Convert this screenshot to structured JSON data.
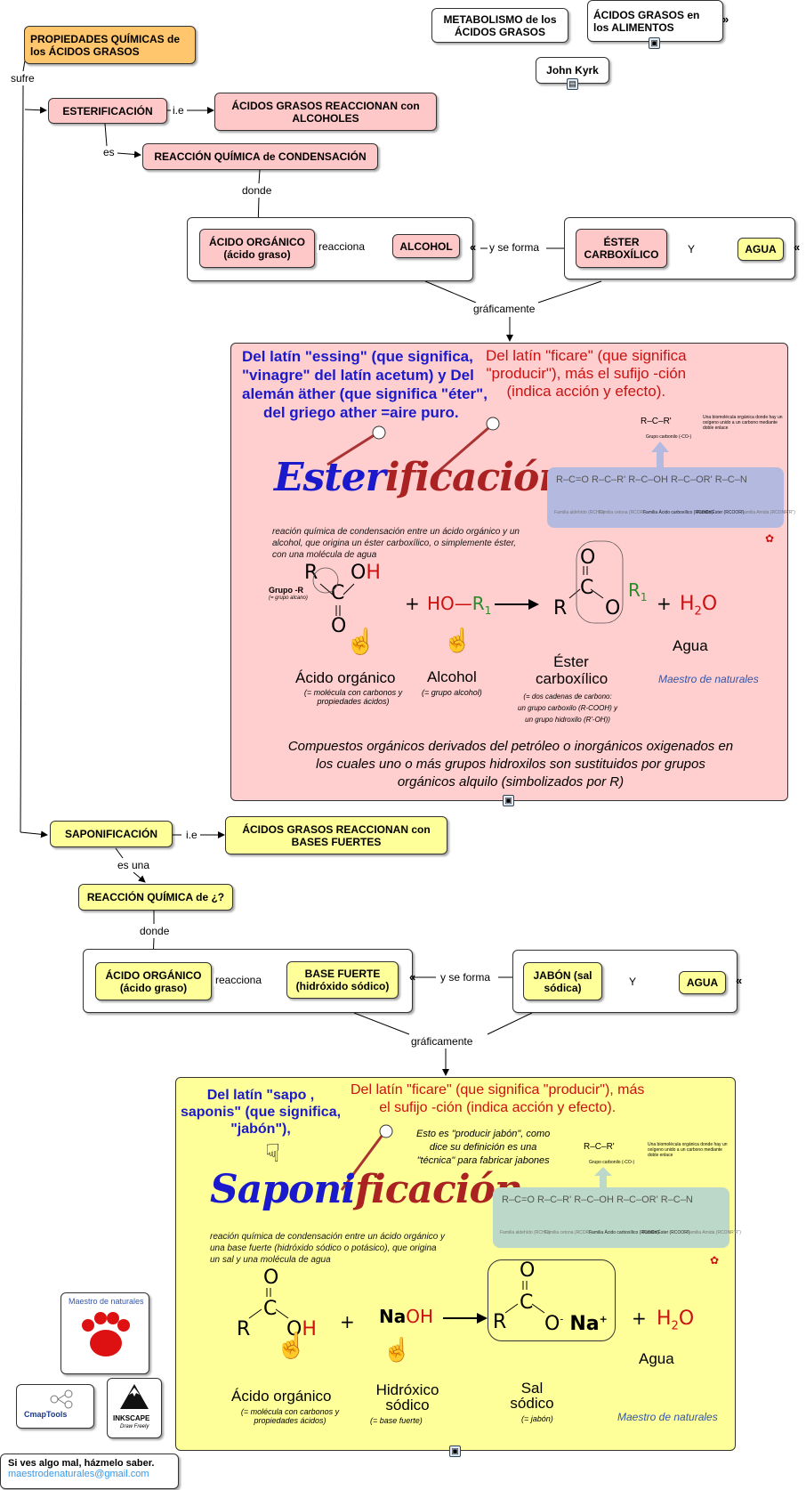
{
  "map": {
    "root": "PROPIEDADES QUÍMICAS de los ÁCIDOS GRASOS",
    "link_metabolism": "METABOLISMO de los ÁCIDOS GRASOS",
    "link_foods": "ÁCIDOS GRASOS en los ALIMENTOS",
    "link_kyrk": "John Kyrk",
    "sufre": "sufre",
    "ie": "i.e",
    "es": "es",
    "es_una": "es una",
    "donde": "donde",
    "reacciona": "reacciona",
    "y_se_forma": "y se forma",
    "y": "Y",
    "graficamente": "gráficamente"
  },
  "esterificacion": {
    "node": "ESTERIFICACIÓN",
    "definition": "ÁCIDOS GRASOS REACCIONAN con ALCOHOLES",
    "reaction_type": "REACCIÓN QUÍMICA de CONDENSACIÓN",
    "acid": "ÁCIDO ORGÁNICO (ácido graso)",
    "alcohol": "ALCOHOL",
    "ester": "ÉSTER CARBOXÍLICO",
    "water": "AGUA"
  },
  "saponificacion": {
    "node": "SAPONIFICACIÓN",
    "definition": "ÁCIDOS GRASOS REACCIONAN con BASES FUERTES",
    "reaction_type": "REACCIÓN QUÍMICA de ¿?",
    "acid": "ÁCIDO ORGÁNICO (ácido graso)",
    "base": "BASE FUERTE (hidróxido sódico)",
    "soap": "JABÓN (sal sódica)",
    "water": "AGUA"
  },
  "panel_ester": {
    "etym_left_1": "Del latín \"essing\" (que significa,",
    "etym_left_2": "\"vinagre\" del latín acetum) y Del",
    "etym_left_3": "alemán äther (que significa \"éter\",",
    "etym_left_4": "del griego ather =aire puro.",
    "etym_right_1": "Del latín \"ficare\" (que significa",
    "etym_right_2": "\"producir\"), más el sufijo -ción",
    "etym_right_3": "(indica acción y efecto).",
    "title_a": "Ester",
    "title_b": "ificación",
    "desc_1": "reación química de condensación entre un ácido orgánico y un",
    "desc_2": "alcohol, que origina un éster carboxílico, o simplemente éster,",
    "desc_3": "con una molécula de agua",
    "grupo_r": "Grupo -R",
    "grupo_r_note": "(= grupo alcano)",
    "acid_label": "Ácido orgánico",
    "acid_note": "(= molécula con carbonos y propiedades ácidos)",
    "alcohol_label": "Alcohol",
    "alcohol_note": "(= grupo alcohol)",
    "ester_label": "Éster carboxílico",
    "ester_note_1": "(= dos cadenas de carbono:",
    "ester_note_2": "un grupo carboxilo (R-COOH) y",
    "ester_note_3": "un grupo hidroxilo (R'-OH))",
    "water_label": "Agua",
    "footer_1": "Compuestos orgánicos derivados del petróleo o inorgánicos oxigenados en",
    "footer_2": "los cuales uno o más grupos hidroxilos son sustituidos por grupos",
    "footer_3": "orgánicos alquilo (simbolizados por R)",
    "carbonyl_note": "Una biomolécula orgánica donde hay un oxígeno unido a un carbono mediante doble enlace",
    "carbonyl_group": "Grupo carbonilo (-CO-)",
    "family_1": "Familia aldehído (RCHO)",
    "family_2": "Familia cetona (RCOR')",
    "family_3": "Familia Ácido carboxílico (RCOOH)",
    "family_4": "Familia Éster (RCOOR')",
    "family_5": "Familia Amida (RCONR'R'')",
    "watermark": "Maestro de naturales"
  },
  "panel_sapo": {
    "etym_left_1": "Del latín \"sapo ,",
    "etym_left_2": "saponis\" (que significa,",
    "etym_left_3": "\"jabón\"),",
    "etym_right_1": "Del latín \"ficare\" (que significa \"producir\"), más",
    "etym_right_2": "el sufijo -ción (indica acción y efecto).",
    "note_1": "Esto es \"producir jabón\", como",
    "note_2": "dice su definición es una",
    "note_3": "\"técnica\" para fabricar jabones",
    "title_a": "Saponi",
    "title_b": "ficación",
    "desc_1": "reación química de condensación entre un ácido orgánico y",
    "desc_2": "una base fuerte (hidróxido sódico o potásico), que origina",
    "desc_3": "un sal y una molécula de agua",
    "acid_label": "Ácido orgánico",
    "acid_note": "(= molécula con carbonos y propiedades ácidos)",
    "base_label": "Hidróxico sódico",
    "base_note": "(= base fuerte)",
    "salt_label": "Sal sódico",
    "salt_note": "(= jabón)",
    "water_label": "Agua"
  },
  "footer": {
    "report": "Si ves algo mal, házmelo saber.",
    "email": "maestrodenaturales@gmail.com",
    "logo_maestro": "Maestro de naturales",
    "logo_cmap": "CmapTools",
    "logo_inkscape": "INKSCAPE",
    "logo_inkscape_sub": "Draw Freely"
  },
  "colors": {
    "orange": "#ffc66d",
    "pink": "#ffc8c8",
    "yellow": "#ffff99",
    "blue_text": "#1a1acc",
    "red_text": "#cc1111",
    "green_text": "#2a8a2a"
  }
}
